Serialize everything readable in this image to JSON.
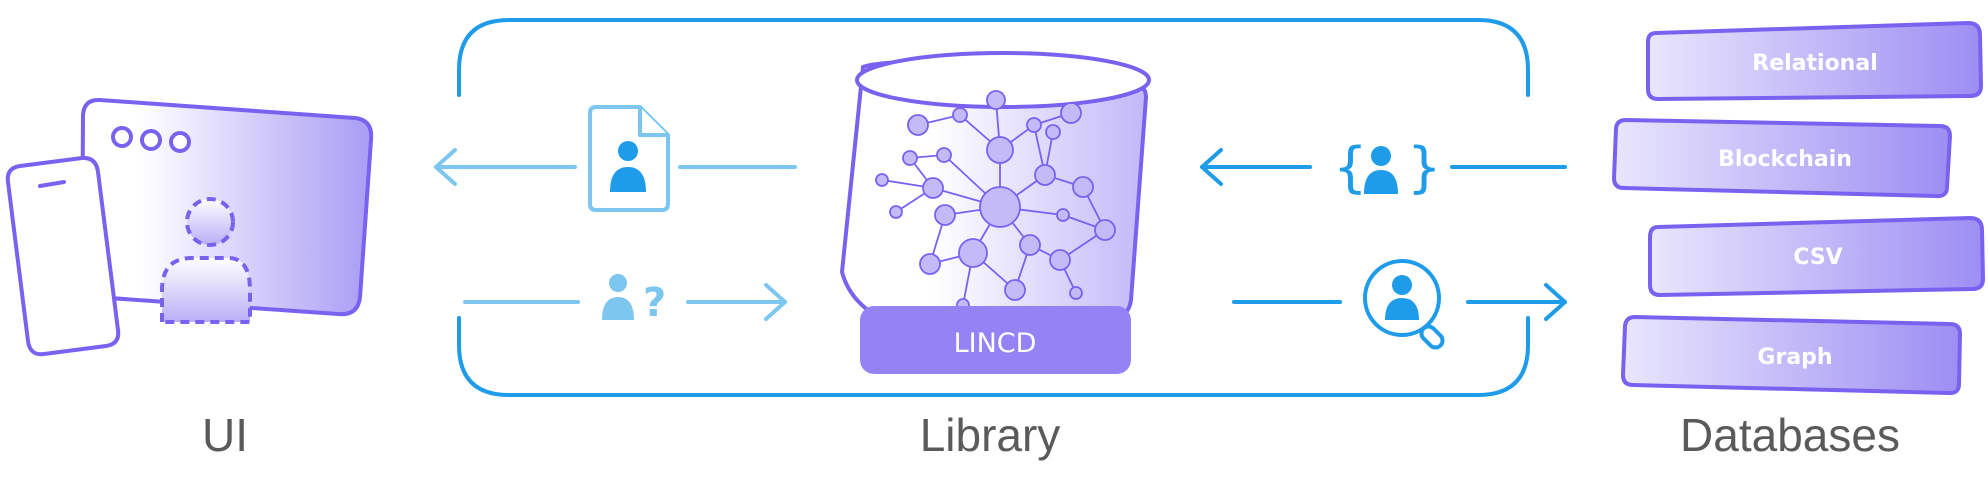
{
  "labels": {
    "ui": "UI",
    "library": "Library",
    "databases": "Databases"
  },
  "library_badge": "LINCD",
  "databases": [
    "Relational",
    "Blockchain",
    "CSV",
    "Graph"
  ],
  "icons": {
    "document_person": "document-person-icon",
    "unknown_person": "person-question-icon",
    "json_person": "json-person-icon",
    "search_person": "search-person-icon",
    "browser": "browser-window-icon",
    "phone": "phone-icon",
    "graph": "graph-network-icon"
  },
  "colors": {
    "purple": "#7b61f0",
    "purple_light": "#cfc6fb",
    "blue": "#1f9ce9",
    "blue_light": "#7cc6f0",
    "text": "#5a5a5a"
  }
}
